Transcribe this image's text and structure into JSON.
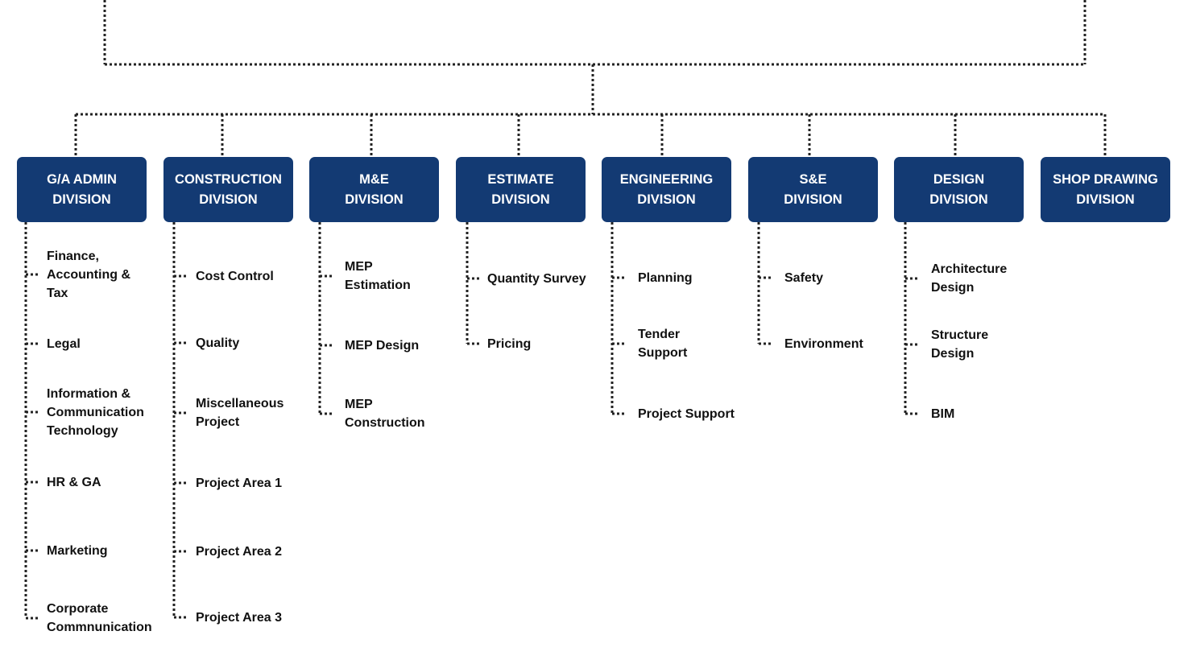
{
  "colors": {
    "box": "#133a73",
    "box_text": "#ffffff",
    "line": "#222222",
    "item_text": "#111111"
  },
  "divisions": [
    {
      "id": "ga-admin",
      "line1": "G/A ADMIN",
      "line2": "DIVISION",
      "items": [
        [
          "Finance,",
          "Accounting &",
          "Tax"
        ],
        [
          "Legal"
        ],
        [
          "Information &",
          "Communication",
          "Technology"
        ],
        [
          "HR & GA"
        ],
        [
          "Marketing"
        ],
        [
          "Corporate",
          "Commnunication"
        ]
      ]
    },
    {
      "id": "construction",
      "line1": "CONSTRUCTION",
      "line2": "DIVISION",
      "items": [
        [
          "Cost Control"
        ],
        [
          "Quality"
        ],
        [
          "Miscellaneous",
          "Project"
        ],
        [
          "Project Area 1"
        ],
        [
          "Project Area 2"
        ],
        [
          "Project Area 3"
        ]
      ]
    },
    {
      "id": "me",
      "line1": "M&E",
      "line2": "DIVISION",
      "items": [
        [
          "MEP",
          "Estimation"
        ],
        [
          "MEP Design"
        ],
        [
          "MEP",
          "Construction"
        ]
      ]
    },
    {
      "id": "estimate",
      "line1": "ESTIMATE",
      "line2": "DIVISION",
      "items": [
        [
          "Quantity Survey"
        ],
        [
          "Pricing"
        ]
      ]
    },
    {
      "id": "engineering",
      "line1": "ENGINEERING",
      "line2": "DIVISION",
      "items": [
        [
          "Planning"
        ],
        [
          "Tender",
          "Support"
        ],
        [
          "Project Support"
        ]
      ]
    },
    {
      "id": "se",
      "line1": "S&E",
      "line2": "DIVISION",
      "items": [
        [
          "Safety"
        ],
        [
          "Environment"
        ]
      ]
    },
    {
      "id": "design",
      "line1": "DESIGN",
      "line2": "DIVISION",
      "items": [
        [
          "Architecture",
          "Design"
        ],
        [
          "Structure",
          "Design"
        ],
        [
          "BIM"
        ]
      ]
    },
    {
      "id": "shop-drawing",
      "line1": "SHOP DRAWING",
      "line2": "DIVISION",
      "items": []
    }
  ]
}
